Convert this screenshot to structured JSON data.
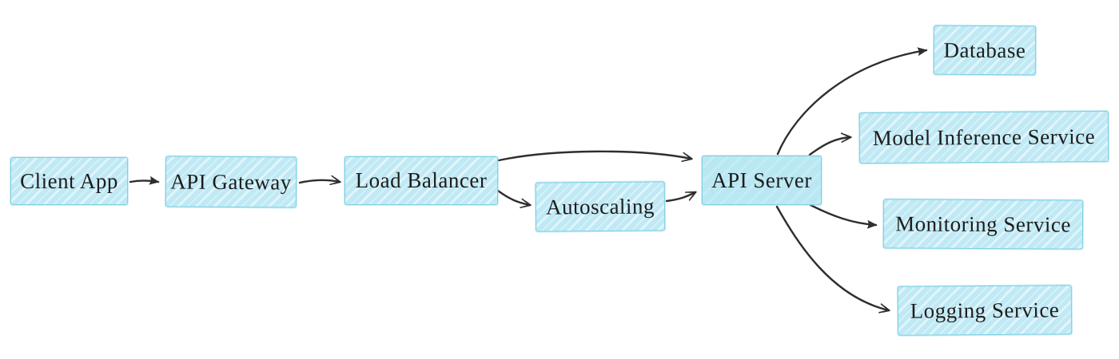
{
  "diagram": {
    "colors": {
      "background": "#ffffff",
      "node_fill": "#bfe9f4",
      "node_border": "#7fd0e4",
      "text": "#1d1d1d",
      "arrow": "#2e2e2e"
    },
    "nodes": [
      {
        "id": "client-app",
        "label": "Client App"
      },
      {
        "id": "api-gateway",
        "label": "API Gateway"
      },
      {
        "id": "load-balancer",
        "label": "Load Balancer"
      },
      {
        "id": "autoscaling",
        "label": "Autoscaling"
      },
      {
        "id": "api-server",
        "label": "API Server"
      },
      {
        "id": "database",
        "label": "Database"
      },
      {
        "id": "model-inference-service",
        "label": "Model Inference Service"
      },
      {
        "id": "monitoring-service",
        "label": "Monitoring Service"
      },
      {
        "id": "logging-service",
        "label": "Logging Service"
      }
    ],
    "edges": [
      {
        "from": "client-app",
        "to": "api-gateway"
      },
      {
        "from": "api-gateway",
        "to": "load-balancer"
      },
      {
        "from": "load-balancer",
        "to": "api-server"
      },
      {
        "from": "load-balancer",
        "to": "autoscaling"
      },
      {
        "from": "autoscaling",
        "to": "api-server"
      },
      {
        "from": "api-server",
        "to": "database"
      },
      {
        "from": "api-server",
        "to": "model-inference-service"
      },
      {
        "from": "api-server",
        "to": "monitoring-service"
      },
      {
        "from": "api-server",
        "to": "logging-service"
      }
    ]
  }
}
